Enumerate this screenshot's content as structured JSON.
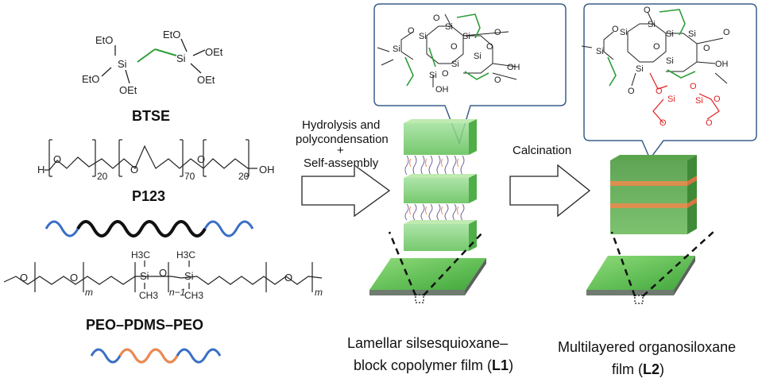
{
  "btse": {
    "title": "BTSE",
    "oet": "OEt",
    "eto": "EtO",
    "si": "Si"
  },
  "p123": {
    "title": "P123",
    "h": "H",
    "o": "O",
    "oh": "OH",
    "n1": "20",
    "n2": "70",
    "n3": "20"
  },
  "peo": {
    "title": "PEO–PDMS–PEO",
    "o": "O",
    "si": "Si",
    "h3c": "H3C",
    "ch3": "CH3",
    "m": "m",
    "n1": "n−1"
  },
  "steps": {
    "step1_line1": "Hydrolysis  and",
    "step1_line2": "polycondensation",
    "step1_line3": "+",
    "step1_line4": "Self-assembly",
    "step2": "Calcination"
  },
  "film1": {
    "caption_line1": "Lamellar silsesquioxane–",
    "caption_line2_pre": "block copolymer film (",
    "caption_bold": "L1",
    "caption_post": ")"
  },
  "film2": {
    "caption_line1": "Multilayered organosiloxane",
    "caption_line2_pre": "film (",
    "caption_bold": "L2",
    "caption_post": ")"
  },
  "structure": {
    "si": "Si",
    "o": "O",
    "oh": "OH"
  },
  "colors": {
    "green": "#2e9e3a",
    "film_green": "#7ccf6e",
    "orange": "#f08a4b",
    "blue": "#3a6fc4",
    "red": "#e02020"
  }
}
